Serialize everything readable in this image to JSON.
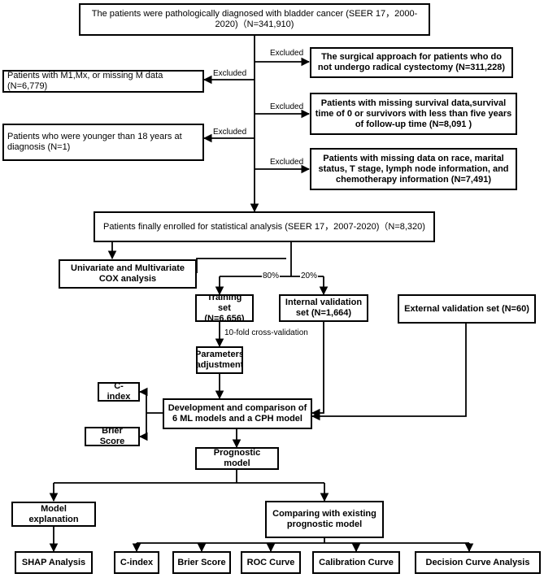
{
  "nodes": {
    "start": "The patients were pathologically diagnosed with bladder cancer (SEER 17，2000-2020)（N=341,910)",
    "surgical": "The surgical approach for patients who do not undergo radical cystectomy (N=311,228)",
    "m1": "Patients with M1,Mx, or missing M data (N=6,779)",
    "survival": "Patients with missing survival data,survival time of 0 or survivors with less than five years of follow-up time (N=8,091 )",
    "younger": "Patients who were younger than 18 years at diagnosis (N=1)",
    "missing": "Patients with missing data on race, marital status, T stage, lymph node information, and chemotherapy information (N=7,491)",
    "enrolled": "Patients finally enrolled for statistical analysis (SEER 17，2007-2020)（N=8,320)",
    "univariate": "Univariate and Multivariate COX analysis",
    "training": "Training set (N=6,656)",
    "internal": "Internal validation set (N=1,664)",
    "external": "External validation set (N=60)",
    "params": "Parameters adjustment",
    "cindex_top": "C-index",
    "development": "Development and comparison of 6 ML models and a CPH model",
    "brier_top": "Brier Score",
    "prognostic": "Prognostic model",
    "explanation": "Model explanation",
    "comparing": "Comparing with existing prognostic model",
    "shap": "SHAP Analysis",
    "cindex_bottom": "C-index",
    "brier_bottom": "Brier Score",
    "roc": "ROC Curve",
    "calibration": "Calibration Curve",
    "decision": "Decision Curve Analysis"
  },
  "edge_labels": {
    "excluded_1": "Excluded",
    "excluded_2": "Excluded",
    "excluded_3": "Excluded",
    "excluded_4": "Excluded",
    "excluded_5": "Excluded",
    "pct_80": "80%",
    "pct_20": "20%",
    "cv": "10-fold cross-validation"
  },
  "colors": {
    "line": "#000000",
    "box_border": "#000000",
    "background": "#ffffff"
  }
}
